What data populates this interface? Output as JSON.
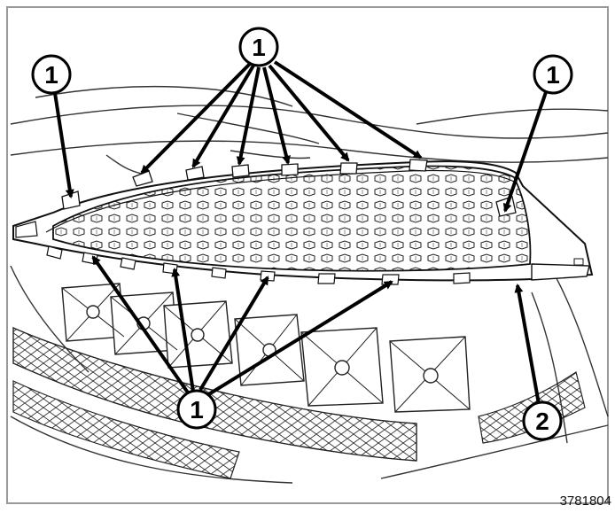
{
  "figure": {
    "callout_labels": {
      "fastener_clip": "1",
      "grille_bezel": "2"
    },
    "figure_number": "3781804"
  }
}
